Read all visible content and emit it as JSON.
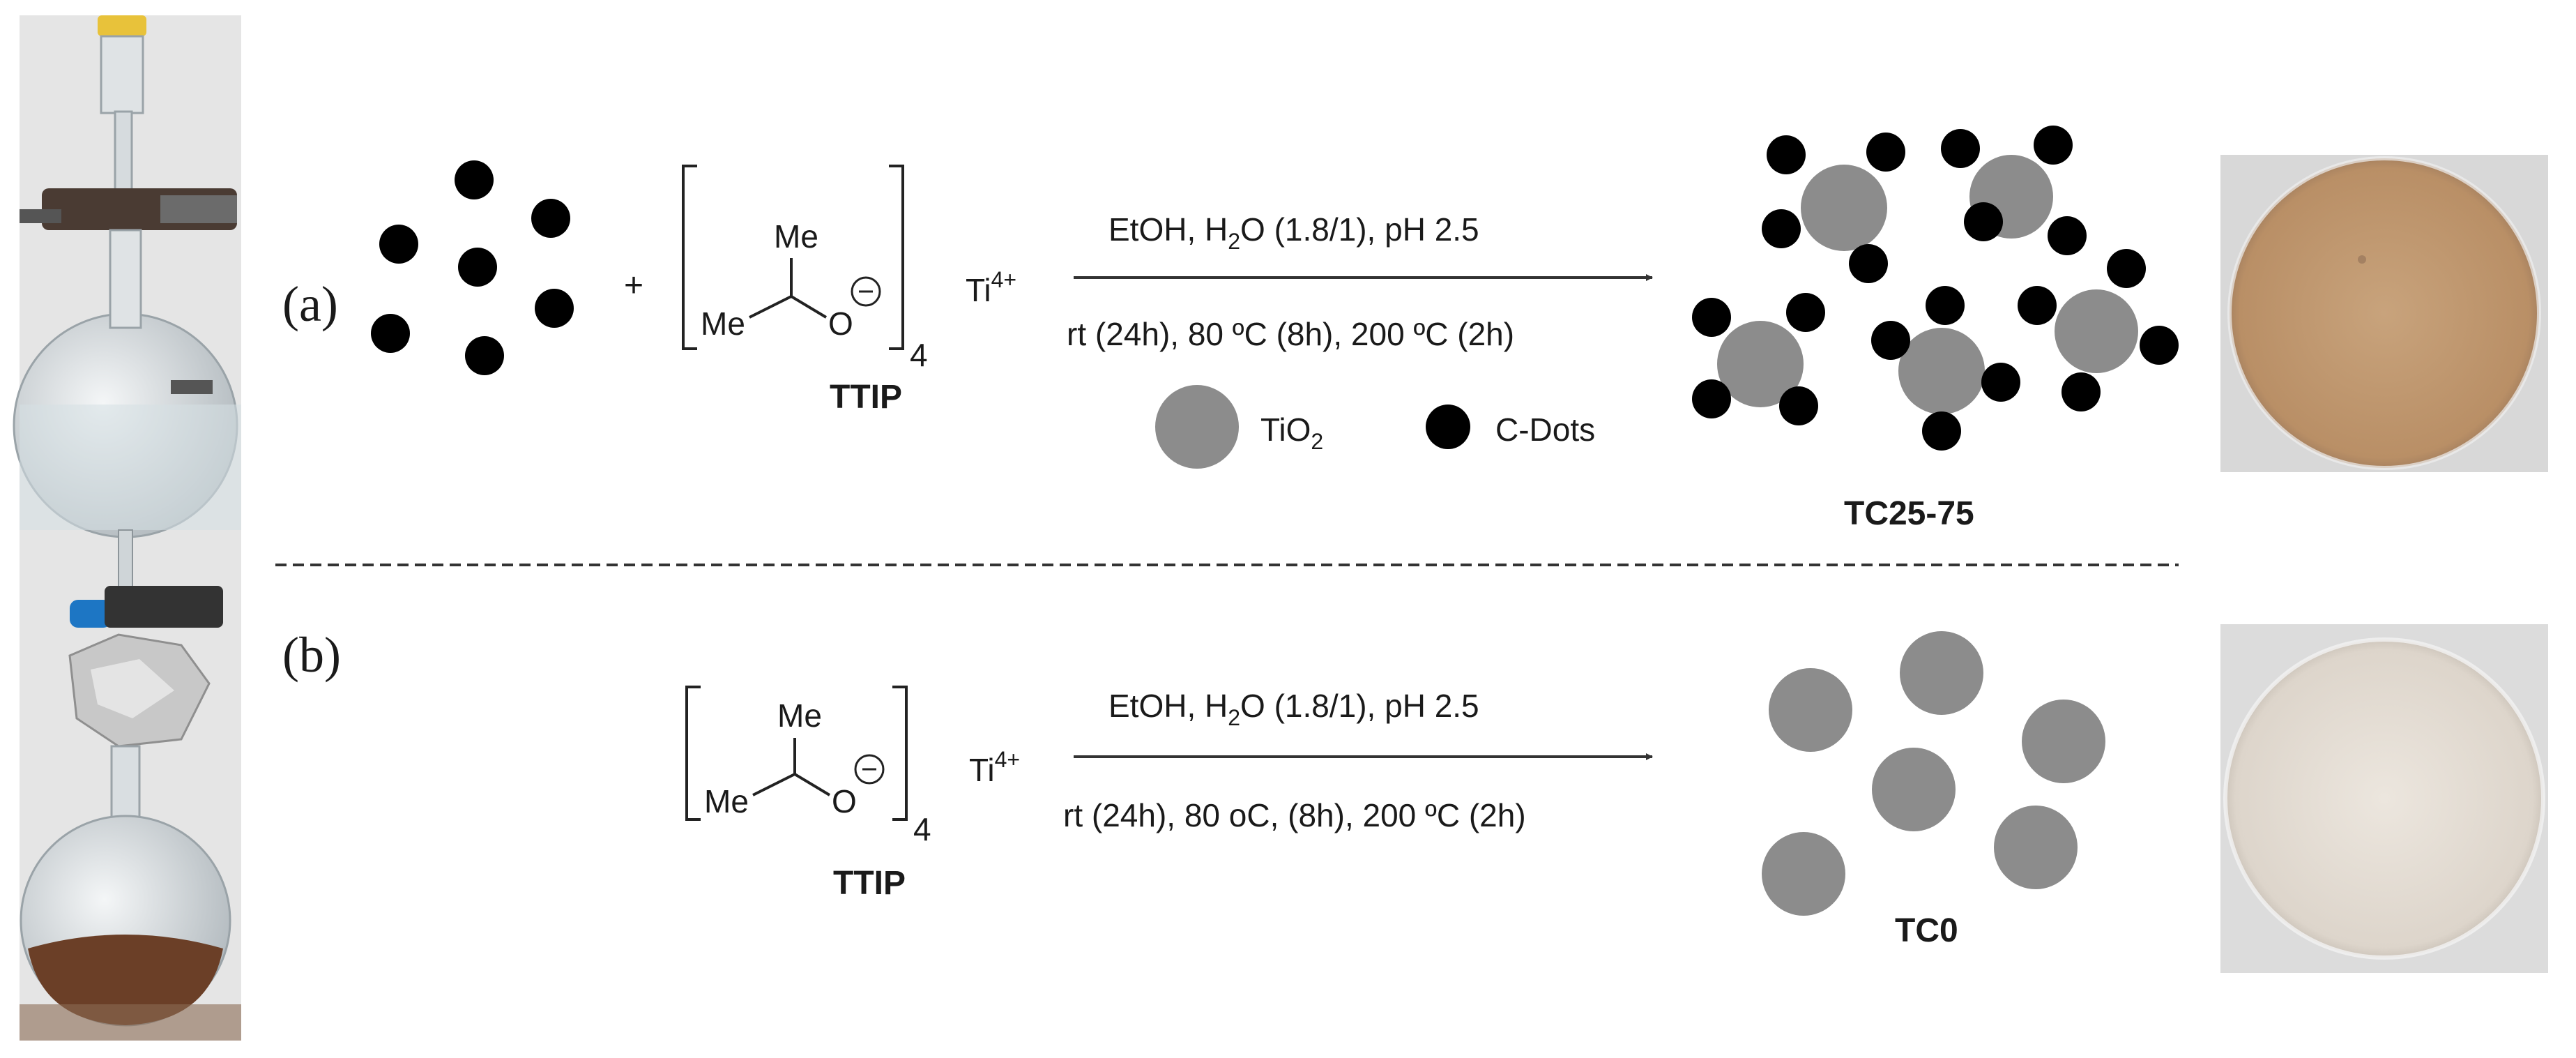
{
  "panels": {
    "a": {
      "label": "(a)",
      "plus": "+",
      "ligand_top": "Me",
      "ligand_left": "Me",
      "ligand_o": "O",
      "subscript": "4",
      "metal": "Ti",
      "metal_charge": "4+",
      "precursor_name": "TTIP",
      "cond_top_pre": "EtOH, H",
      "cond_top_sub": "2",
      "cond_top_post": "O (1.8/1), pH 2.5",
      "cond_bottom": "rt (24h), 80 ºC (8h), 200 ºC (2h)",
      "legend_tio2_pre": "TiO",
      "legend_tio2_sub": "2",
      "legend_cdots": "C-Dots",
      "product_name": "TC25-75"
    },
    "b": {
      "label": "(b)",
      "ligand_top": "Me",
      "ligand_left": "Me",
      "ligand_o": "O",
      "subscript": "4",
      "metal": "Ti",
      "metal_charge": "4+",
      "precursor_name": "TTIP",
      "cond_top_pre": "EtOH, H",
      "cond_top_sub": "2",
      "cond_top_post": "O (1.8/1), pH 2.5",
      "cond_bottom": "rt (24h), 80 oC, (8h), 200 ºC (2h)",
      "product_name": "TC0"
    }
  },
  "colors": {
    "tio2": "#8c8c8c",
    "cdots": "#000000",
    "powder_a": "#c29a72",
    "powder_b": "#e6dfd6",
    "divider": "#333333"
  }
}
